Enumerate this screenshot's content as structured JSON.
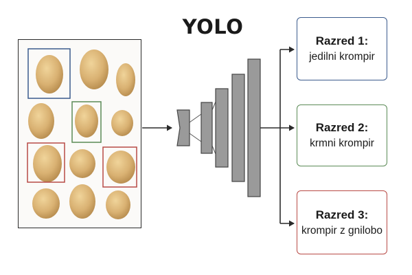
{
  "title": "YOLO",
  "colors": {
    "class1": "#3a5a8c",
    "class2": "#5a8a55",
    "class3": "#b84a45",
    "network": "#9a9a9a",
    "potato": "#d8b170"
  },
  "classes": [
    {
      "title": "Razred 1:",
      "name": "jedilni krompir"
    },
    {
      "title": "Razred 2:",
      "name": "krmni krompir"
    },
    {
      "title": "Razred 3:",
      "name": "krompir z gnilobo"
    }
  ]
}
